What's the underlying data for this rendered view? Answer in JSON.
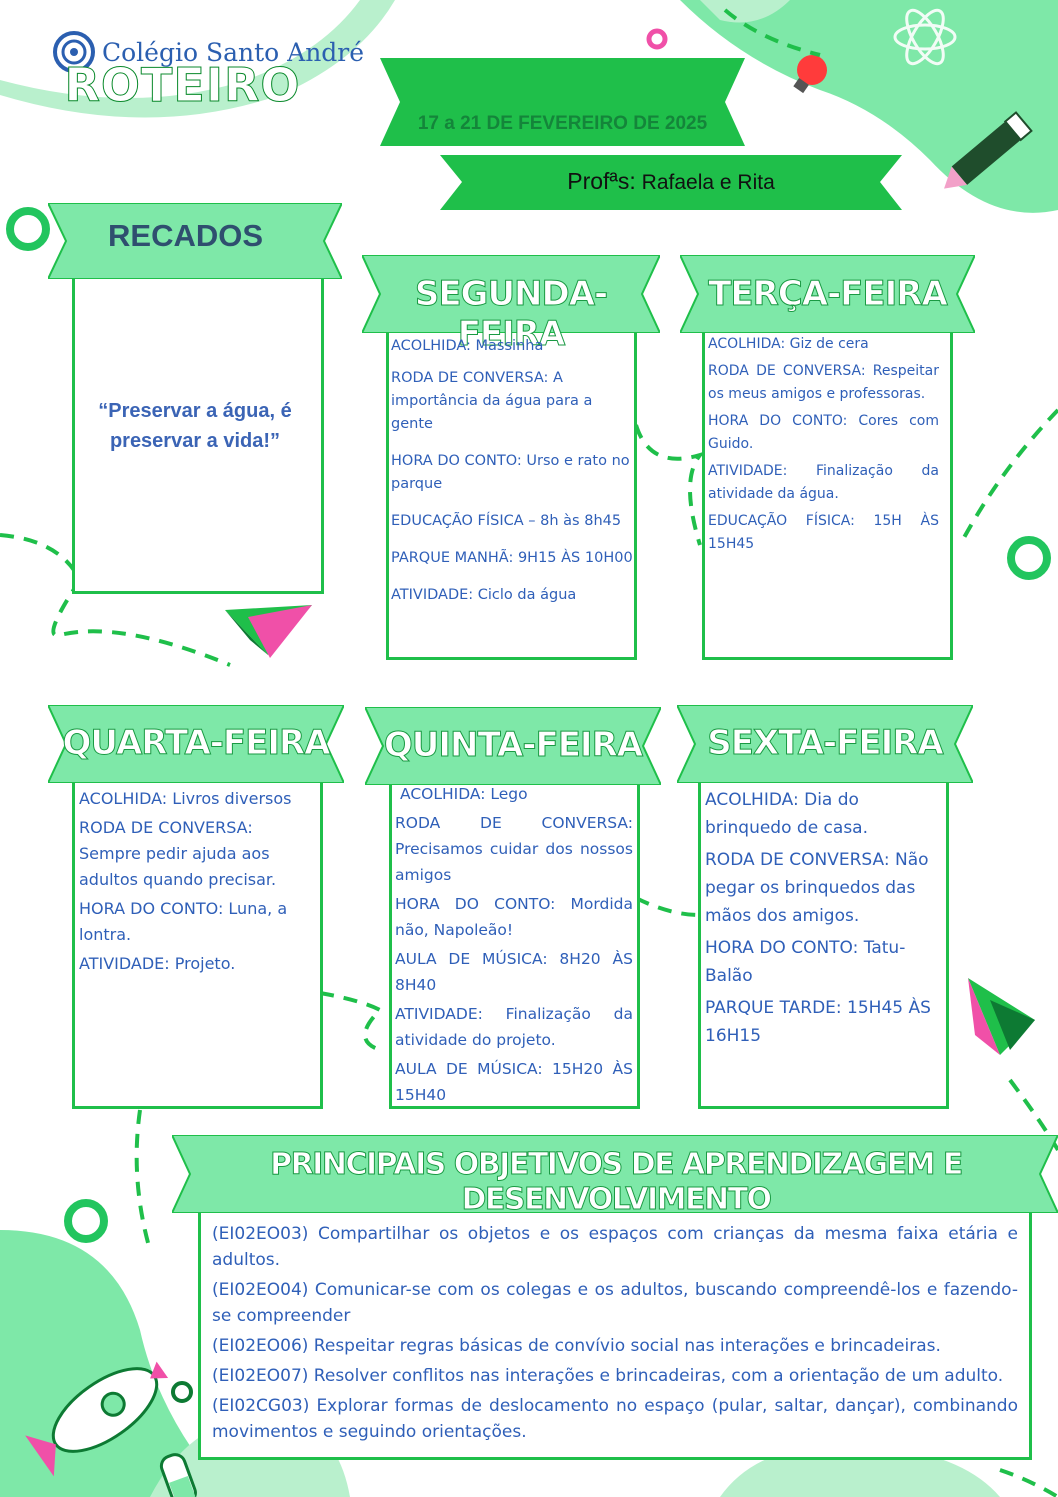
{
  "school": {
    "name": "Colégio Santo André"
  },
  "header": {
    "title": "ROTEIRO",
    "date": "17 a 21 DE FEVEREIRO DE 2025",
    "profs_label": "Profªs:",
    "profs_names": "Rafaela e Rita"
  },
  "recados": {
    "title": "RECADOS",
    "quote": "“Preservar a água, é preservar a vida!”"
  },
  "days": {
    "segunda": {
      "title": "SEGUNDA-FEIRA",
      "items": [
        "ACOLHIDA: Massinha",
        "RODA DE CONVERSA: A importância da água para a gente",
        "HORA DO CONTO: Urso e rato no parque",
        "EDUCAÇÃO FÍSICA – 8h às 8h45",
        "PARQUE MANHÃ: 9H15 ÀS 10H00",
        "ATIVIDADE: Ciclo da água"
      ]
    },
    "terca": {
      "title": "TERÇA-FEIRA",
      "items": [
        "ACOLHIDA: Giz de cera",
        "RODA DE CONVERSA: Respeitar os meus amigos e professoras.",
        "HORA DO CONTO: Cores com Guido.",
        "ATIVIDADE: Finalização da atividade da água.",
        "EDUCAÇÃO FÍSICA: 15H ÀS 15H45"
      ]
    },
    "quarta": {
      "title": "QUARTA-FEIRA",
      "items": [
        "ACOLHIDA: Livros diversos",
        "RODA DE CONVERSA: Sempre pedir ajuda aos adultos quando precisar.",
        "HORA DO CONTO: Luna, a lontra.",
        "ATIVIDADE: Projeto."
      ]
    },
    "quinta": {
      "title": "QUINTA-FEIRA",
      "items": [
        "ACOLHIDA: Lego",
        "RODA DE CONVERSA: Precisamos cuidar dos nossos amigos",
        "HORA DO CONTO: Mordida não, Napoleão!",
        "AULA DE MÚSICA: 8H20 ÀS 8H40",
        "ATIVIDADE: Finalização da atividade do projeto.",
        "AULA DE MÚSICA: 15H20 ÀS 15H40"
      ]
    },
    "sexta": {
      "title": "SEXTA-FEIRA",
      "items": [
        "ACOLHIDA: Dia do brinquedo de casa.",
        "RODA DE CONVERSA: Não pegar os brinquedos das mãos dos amigos.",
        "HORA DO CONTO: Tatu-Balão",
        "PARQUE TARDE: 15H45 ÀS 16H15"
      ]
    }
  },
  "objectives": {
    "title": "PRINCIPAIS OBJETIVOS DE APRENDIZAGEM E DESENVOLVIMENTO",
    "items": [
      "(EI02EO03) Compartilhar os objetos e os espaços com crianças da mesma faixa etária e adultos.",
      "(EI02EO04) Comunicar-se com os colegas e os adultos, buscando compreendê-los e fazendo-se compreender",
      "(EI02EO06) Respeitar regras básicas de convívio social nas interações e brincadeiras.",
      "(EI02EO07) Resolver conflitos nas interações e brincadeiras, com a orientação de um adulto.",
      "(EI02CG03) Explorar formas de deslocamento no espaço (pular, saltar, dançar), combinando movimentos e seguindo orientações."
    ]
  },
  "colors": {
    "green": "#1fbf4a",
    "light_green": "#7ee8a8",
    "text_blue": "#2f5fb8"
  }
}
